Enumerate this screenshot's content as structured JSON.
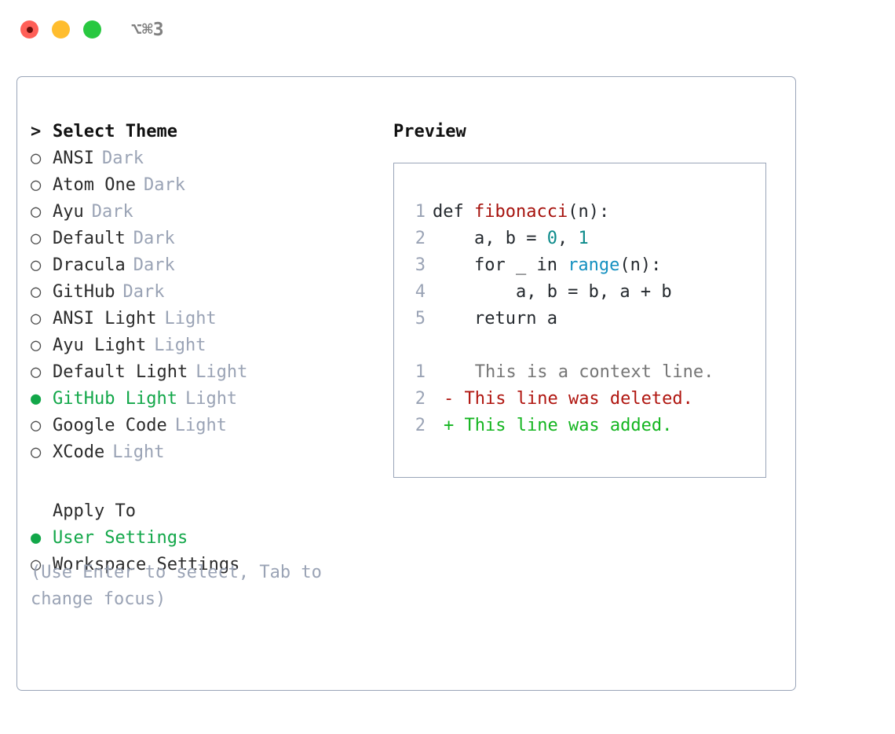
{
  "titlebar": {
    "shortcut": "⌥⌘3",
    "lights": [
      {
        "name": "close",
        "color": "#ff5f57"
      },
      {
        "name": "minimize",
        "color": "#ffbd2e"
      },
      {
        "name": "maximize",
        "color": "#28c840"
      }
    ]
  },
  "theme_section": {
    "caret": ">",
    "heading": "Select Theme",
    "marker_off": "○",
    "marker_on": "●",
    "items": [
      {
        "label": "ANSI",
        "variant": "Dark",
        "selected": false
      },
      {
        "label": "Atom One",
        "variant": "Dark",
        "selected": false
      },
      {
        "label": "Ayu",
        "variant": "Dark",
        "selected": false
      },
      {
        "label": "Default",
        "variant": "Dark",
        "selected": false
      },
      {
        "label": "Dracula",
        "variant": "Dark",
        "selected": false
      },
      {
        "label": "GitHub",
        "variant": "Dark",
        "selected": false
      },
      {
        "label": "ANSI Light",
        "variant": "Light",
        "selected": false
      },
      {
        "label": "Ayu Light",
        "variant": "Light",
        "selected": false
      },
      {
        "label": "Default Light",
        "variant": "Light",
        "selected": false
      },
      {
        "label": "GitHub Light",
        "variant": "Light",
        "selected": true
      },
      {
        "label": "Google Code",
        "variant": "Light",
        "selected": false
      },
      {
        "label": "XCode",
        "variant": "Light",
        "selected": false
      }
    ]
  },
  "apply_section": {
    "heading": "Apply To",
    "items": [
      {
        "label": "User Settings",
        "selected": true
      },
      {
        "label": "Workspace Settings",
        "selected": false
      }
    ]
  },
  "hint": "(Use Enter to select, Tab to change focus)",
  "preview": {
    "title": "Preview",
    "code_lines": [
      {
        "num": "1",
        "tokens": [
          {
            "text": "def ",
            "kind": "kw"
          },
          {
            "text": "fibonacci",
            "kind": "fn"
          },
          {
            "text": "(n):",
            "kind": "plain"
          }
        ]
      },
      {
        "num": "2",
        "tokens": [
          {
            "text": "    a, b = ",
            "kind": "plain"
          },
          {
            "text": "0",
            "kind": "num"
          },
          {
            "text": ", ",
            "kind": "plain"
          },
          {
            "text": "1",
            "kind": "num"
          }
        ]
      },
      {
        "num": "3",
        "tokens": [
          {
            "text": "    for _ in ",
            "kind": "plain"
          },
          {
            "text": "range",
            "kind": "builtin"
          },
          {
            "text": "(n):",
            "kind": "plain"
          }
        ]
      },
      {
        "num": "4",
        "tokens": [
          {
            "text": "        a, b = b, a + b",
            "kind": "plain"
          }
        ]
      },
      {
        "num": "5",
        "tokens": [
          {
            "text": "    return a",
            "kind": "plain"
          }
        ]
      }
    ],
    "diff_lines": [
      {
        "num": "1",
        "sign": " ",
        "text": "  This is a context line.",
        "kind": "ctx"
      },
      {
        "num": "2",
        "sign": "-",
        "text": " This line was deleted.",
        "kind": "del"
      },
      {
        "num": "2",
        "sign": "+",
        "text": " This line was added.",
        "kind": "add"
      }
    ]
  },
  "colors": {
    "border": "#9aa5b8",
    "selected_green": "#12a749",
    "muted": "#9aa3b5",
    "function_red": "#a6120d",
    "number_teal": "#0b8a8a",
    "builtin_blue": "#1490c0",
    "diff_del": "#b01610",
    "diff_add": "#14b520",
    "context_gray": "#767676"
  }
}
